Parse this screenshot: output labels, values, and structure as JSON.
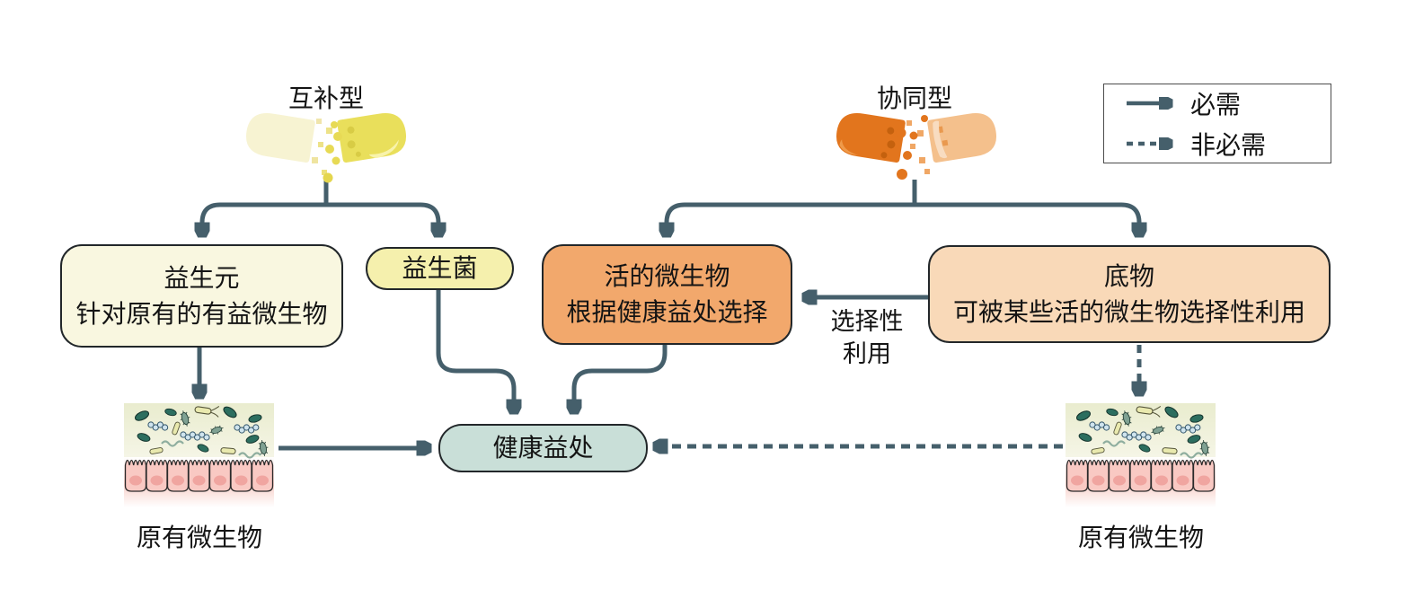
{
  "complementary": {
    "title": "互补型"
  },
  "synergistic": {
    "title": "协同型"
  },
  "legend": {
    "required_label": "必需",
    "not_required_label": "非必需"
  },
  "boxes": {
    "prebiotic": {
      "title": "益生元",
      "subtitle": "针对原有的有益微生物"
    },
    "probiotic": {
      "label": "益生菌"
    },
    "live_microbes": {
      "title": "活的微生物",
      "subtitle": "根据健康益处选择"
    },
    "substrate": {
      "title": "底物",
      "subtitle": "可被某些活的微生物选择性利用"
    },
    "health_benefit": {
      "label": "健康益处"
    }
  },
  "annotations": {
    "selective_use_line1": "选择性",
    "selective_use_line2": "利用",
    "native_microbes_left": "原有微生物",
    "native_microbes_right": "原有微生物"
  },
  "colors": {
    "arrow": "#455f6b",
    "box_border": "#22272a",
    "prebiotic_bg": "#f9f7e0",
    "probiotic_bg": "#f5f0ad",
    "live_microbes_bg": "#f2a86c",
    "substrate_bg": "#f9d9b8",
    "health_bg": "#c9dfd8",
    "capsule_yellow_pale": "#f7f3d2",
    "capsule_yellow": "#e9df5b",
    "capsule_yellow_dot": "#d8cc45",
    "capsule_yellow_highlight": "#f8f3ab",
    "capsule_orange": "#e2751d",
    "capsule_orange_pale": "#f4c08c",
    "capsule_orange_dot": "#c4610e",
    "capsule_orange_highlight": "#ef9a4a"
  }
}
